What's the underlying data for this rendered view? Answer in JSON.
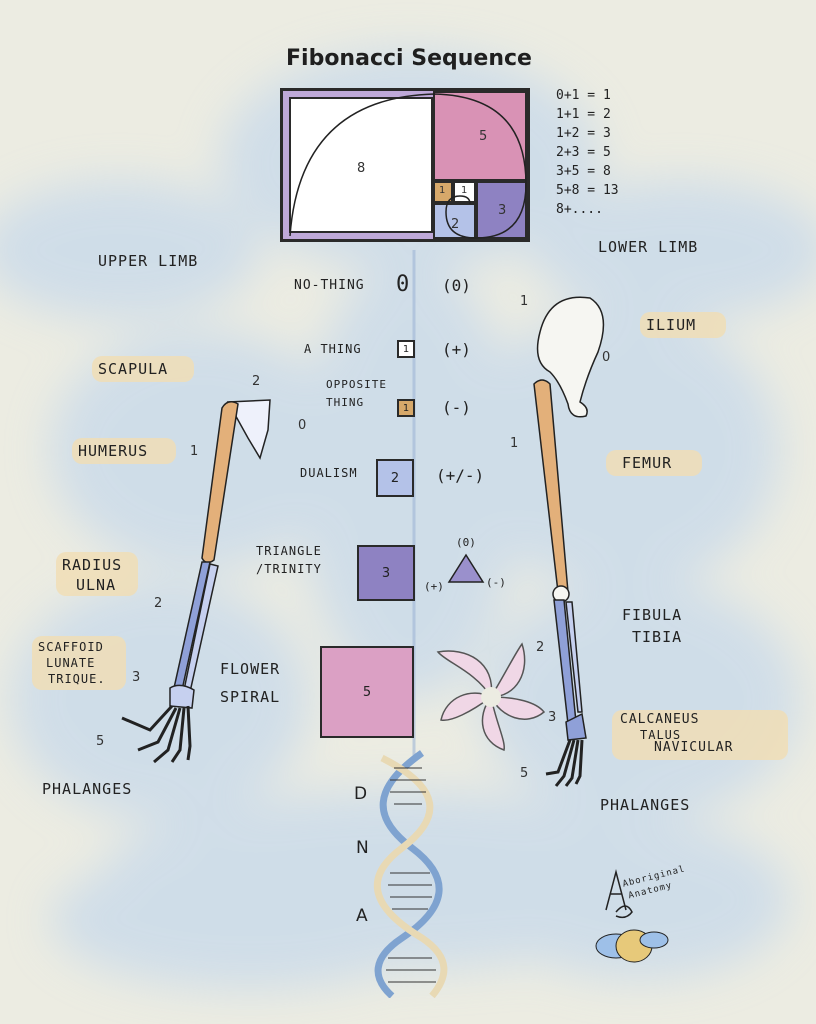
{
  "title": "Fibonacci Sequence",
  "golden_rectangle": {
    "squares": [
      "8",
      "5",
      "3",
      "2",
      "1",
      "1"
    ]
  },
  "equations": [
    "0+1 = 1",
    "1+1 = 2",
    "1+2 = 3",
    "2+3 = 5",
    "3+5 = 8",
    "5+8 = 13",
    "8+...."
  ],
  "headings": {
    "upper_limb": "UPPER LIMB",
    "lower_limb": "LOWER LIMB"
  },
  "center_rows": [
    {
      "label": "NO-THING",
      "glyph": "0",
      "symbol": "(0)"
    },
    {
      "label": "A THING",
      "box": "1",
      "symbol": "(+)"
    },
    {
      "label_line1": "OPPOSITE",
      "label_line2": "THING",
      "box": "1",
      "symbol": "(-)"
    },
    {
      "label": "DUALISM",
      "box": "2",
      "symbol": "(+/-)"
    },
    {
      "label_line1": "TRIANGLE",
      "label_line2": "/TRINITY",
      "box": "3",
      "tri_top": "(0)",
      "tri_left": "(+)",
      "tri_right": "(-)"
    },
    {
      "label_line1": "FLOWER",
      "label_line2": "SPIRAL",
      "box": "5"
    }
  ],
  "upper_limb": {
    "scapula": "SCAPULA",
    "humerus": "HUMERUS",
    "radius": "RADIUS",
    "ulna": "ULNA",
    "carpals_1": "SCAFFOID",
    "carpals_2": "LUNATE",
    "carpals_3": "TRIQUE.",
    "phalanges": "PHALANGES",
    "numbers": {
      "scapula": "2",
      "joint": "0",
      "humerus": "1",
      "forearm": "2",
      "wrist": "3",
      "hand": "5"
    }
  },
  "lower_limb": {
    "ilium": "ILIUM",
    "femur": "FEMUR",
    "fibula": "FIBULA",
    "tibia": "TIBIA",
    "tarsals_1": "CALCANEUS",
    "tarsals_2": "TALUS",
    "tarsals_3": "NAVICULAR",
    "phalanges": "PHALANGES",
    "numbers": {
      "ilium": "1",
      "joint": "0",
      "femur": "1",
      "leg": "2",
      "ankle": "3",
      "foot": "5"
    }
  },
  "dna": {
    "letters": [
      "D",
      "N",
      "A"
    ]
  },
  "signature": {
    "line1": "Aboriginal",
    "line2": "Anatomy"
  },
  "colors": {
    "bone": "#e3b07a",
    "blue_bone": "#8fa0d8",
    "square8": "#ffffff",
    "square5": "#d97fab",
    "square3": "#8a80c0",
    "square2": "#b4c0e6",
    "square1a": "#d6a86a",
    "square1b": "#ffffff",
    "wash": "#c9dcf0"
  }
}
